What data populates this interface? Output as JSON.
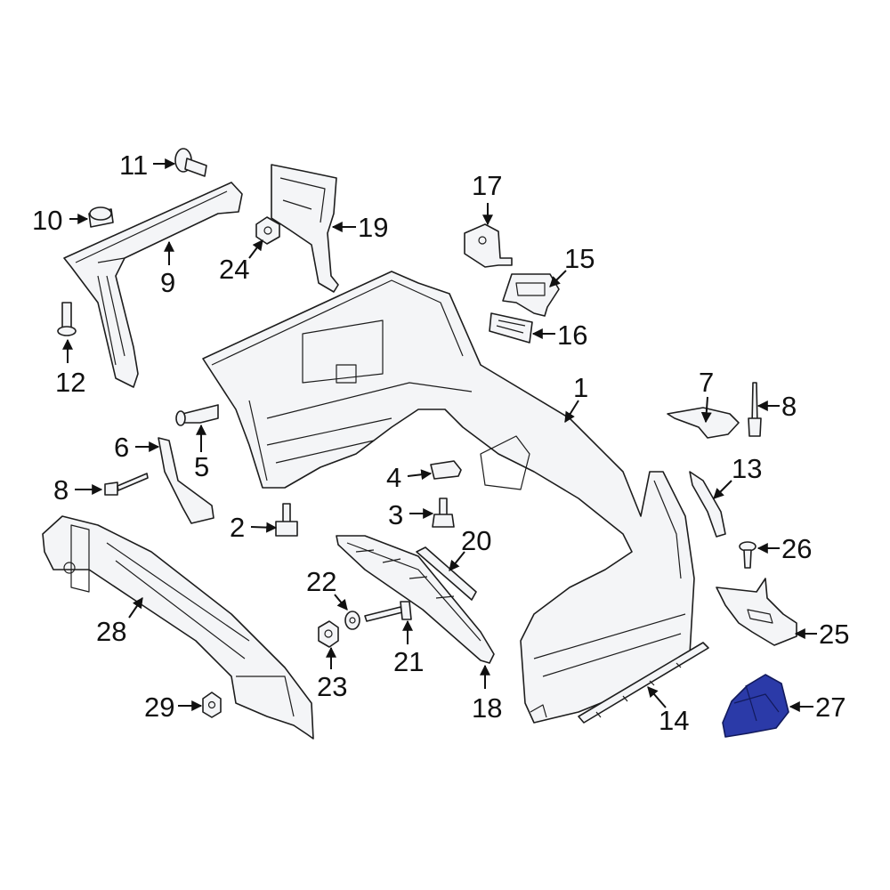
{
  "highlight_color": "#2b3aa8",
  "callouts": [
    {
      "id": "1",
      "label": "1"
    },
    {
      "id": "2",
      "label": "2"
    },
    {
      "id": "3",
      "label": "3"
    },
    {
      "id": "4",
      "label": "4"
    },
    {
      "id": "5",
      "label": "5"
    },
    {
      "id": "6",
      "label": "6"
    },
    {
      "id": "7",
      "label": "7"
    },
    {
      "id": "8a",
      "label": "8"
    },
    {
      "id": "8b",
      "label": "8"
    },
    {
      "id": "9",
      "label": "9"
    },
    {
      "id": "10",
      "label": "10"
    },
    {
      "id": "11",
      "label": "11"
    },
    {
      "id": "12",
      "label": "12"
    },
    {
      "id": "13",
      "label": "13"
    },
    {
      "id": "14",
      "label": "14"
    },
    {
      "id": "15",
      "label": "15"
    },
    {
      "id": "16",
      "label": "16"
    },
    {
      "id": "17",
      "label": "17"
    },
    {
      "id": "18",
      "label": "18"
    },
    {
      "id": "19",
      "label": "19"
    },
    {
      "id": "20",
      "label": "20"
    },
    {
      "id": "21",
      "label": "21"
    },
    {
      "id": "22",
      "label": "22"
    },
    {
      "id": "23",
      "label": "23"
    },
    {
      "id": "24",
      "label": "24"
    },
    {
      "id": "25",
      "label": "25"
    },
    {
      "id": "26",
      "label": "26"
    },
    {
      "id": "27",
      "label": "27"
    },
    {
      "id": "28",
      "label": "28"
    },
    {
      "id": "29",
      "label": "29"
    }
  ]
}
